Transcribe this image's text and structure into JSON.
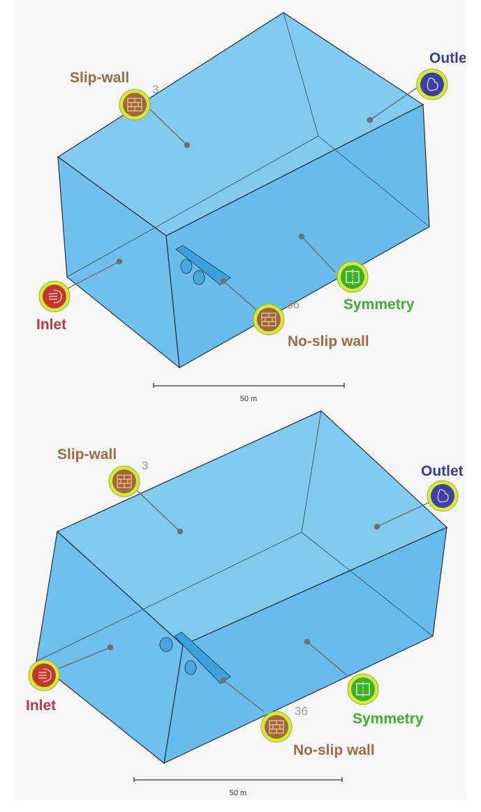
{
  "views": [
    {
      "labels": {
        "slip_wall": "Slip-wall",
        "slip_wall_count": "3",
        "outlet": "Outlet",
        "inlet": "Inlet",
        "symmetry": "Symmetry",
        "no_slip_wall": "No-slip wall",
        "no_slip_wall_count": "36"
      },
      "scale_label": "50 m"
    },
    {
      "labels": {
        "slip_wall": "Slip-wall",
        "slip_wall_count": "3",
        "outlet": "Outlet",
        "inlet": "Inlet",
        "symmetry": "Symmetry",
        "no_slip_wall": "No-slip wall",
        "no_slip_wall_count": "36"
      },
      "scale_label": "50 m"
    }
  ],
  "colors": {
    "domain_fill": "#5bb8ec",
    "edge": "#1f2f3a",
    "inlet": "#c0392b",
    "outlet": "#3f3f9f",
    "symmetry": "#3fae2a",
    "wall": "#a0673a",
    "marker_ring": "#d8e83a"
  },
  "icons": {
    "inlet": "inlet-arrows-icon",
    "outlet": "outlet-flow-icon",
    "symmetry": "symmetry-icon",
    "wall": "brick-wall-icon"
  }
}
